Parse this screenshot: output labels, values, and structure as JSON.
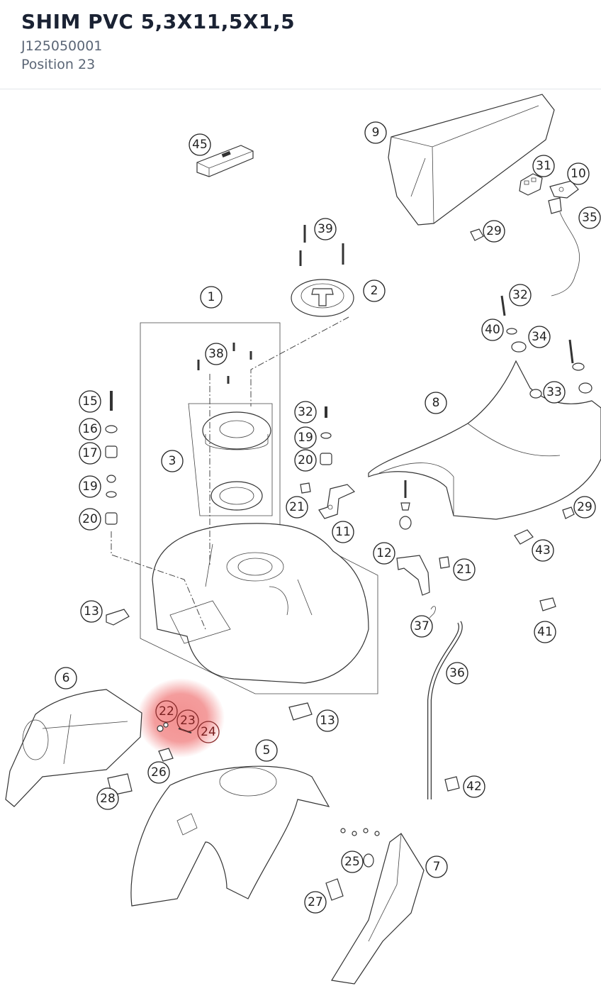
{
  "header": {
    "title": "SHIM PVC 5,3X11,5X1,5",
    "part_number": "J125050001",
    "position": "Position 23"
  },
  "colors": {
    "highlight": "#f28b8b",
    "line": "#333333",
    "title_text": "#1a2233",
    "subtitle_text": "#5b6676"
  },
  "highlighted_position": "23",
  "callouts": [
    {
      "id": "45",
      "label": "45"
    },
    {
      "id": "9",
      "label": "9"
    },
    {
      "id": "31",
      "label": "31"
    },
    {
      "id": "10",
      "label": "10"
    },
    {
      "id": "35",
      "label": "35"
    },
    {
      "id": "39",
      "label": "39"
    },
    {
      "id": "29a",
      "label": "29"
    },
    {
      "id": "2",
      "label": "2"
    },
    {
      "id": "1",
      "label": "1"
    },
    {
      "id": "32a",
      "label": "32"
    },
    {
      "id": "40",
      "label": "40"
    },
    {
      "id": "34",
      "label": "34"
    },
    {
      "id": "38",
      "label": "38"
    },
    {
      "id": "33",
      "label": "33"
    },
    {
      "id": "15",
      "label": "15"
    },
    {
      "id": "8",
      "label": "8"
    },
    {
      "id": "32b",
      "label": "32"
    },
    {
      "id": "16",
      "label": "16"
    },
    {
      "id": "19a",
      "label": "19"
    },
    {
      "id": "17",
      "label": "17"
    },
    {
      "id": "3",
      "label": "3"
    },
    {
      "id": "20a",
      "label": "20"
    },
    {
      "id": "19b",
      "label": "19"
    },
    {
      "id": "21a",
      "label": "21"
    },
    {
      "id": "29b",
      "label": "29"
    },
    {
      "id": "20b",
      "label": "20"
    },
    {
      "id": "11",
      "label": "11"
    },
    {
      "id": "43",
      "label": "43"
    },
    {
      "id": "12",
      "label": "12"
    },
    {
      "id": "21b",
      "label": "21"
    },
    {
      "id": "13a",
      "label": "13"
    },
    {
      "id": "37",
      "label": "37"
    },
    {
      "id": "41",
      "label": "41"
    },
    {
      "id": "36",
      "label": "36"
    },
    {
      "id": "6",
      "label": "6"
    },
    {
      "id": "22",
      "label": "22"
    },
    {
      "id": "23",
      "label": "23"
    },
    {
      "id": "24",
      "label": "24"
    },
    {
      "id": "13b",
      "label": "13"
    },
    {
      "id": "5",
      "label": "5"
    },
    {
      "id": "26",
      "label": "26"
    },
    {
      "id": "42",
      "label": "42"
    },
    {
      "id": "28",
      "label": "28"
    },
    {
      "id": "25",
      "label": "25"
    },
    {
      "id": "7",
      "label": "7"
    },
    {
      "id": "27",
      "label": "27"
    }
  ]
}
